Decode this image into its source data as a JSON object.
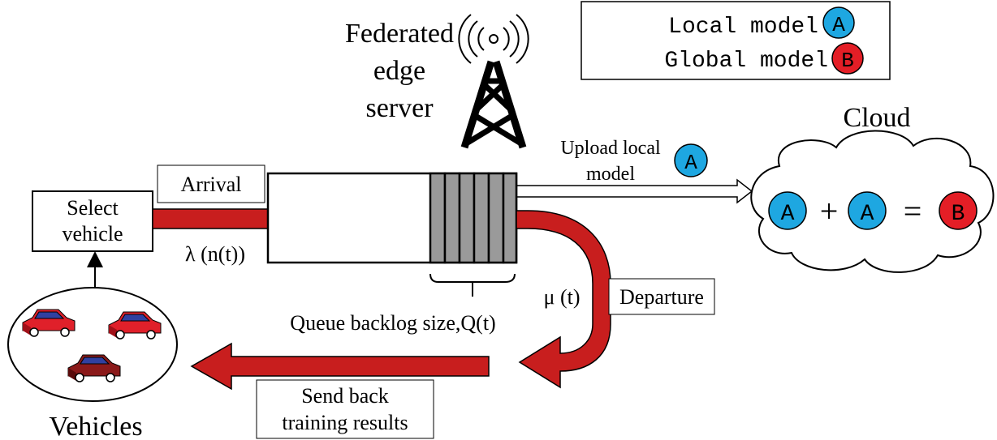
{
  "server": {
    "line1": "Federated",
    "line2": "edge",
    "line3": "server"
  },
  "legend": {
    "local_label": "Local model",
    "local_symbol": "A",
    "global_label": "Global model",
    "global_symbol": "B"
  },
  "cloud": {
    "label": "Cloud",
    "eq_a1": "A",
    "eq_plus": "+",
    "eq_a2": "A",
    "eq_equals": "=",
    "eq_b": "B"
  },
  "upload": {
    "line1": "Upload local",
    "line2": "model",
    "symbol": "A"
  },
  "arrival": {
    "label": "Arrival",
    "rate": "λ (n(t))"
  },
  "select": {
    "line1": "Select",
    "line2": "vehicle"
  },
  "queue": {
    "label": "Queue backlog size,Q(t)"
  },
  "departure": {
    "label": "Departure",
    "rate": "μ (t)"
  },
  "sendback": {
    "line1": "Send back",
    "line2": "training results"
  },
  "vehicles": {
    "label": "Vehicles"
  },
  "colors": {
    "local_blue": "#1ea7e1",
    "global_red": "#e41e26",
    "arrow_red": "#c81e1e",
    "car_red": "#e0202a",
    "car_dark": "#8b1a1a",
    "queue_gray": "#9a9a9a"
  }
}
